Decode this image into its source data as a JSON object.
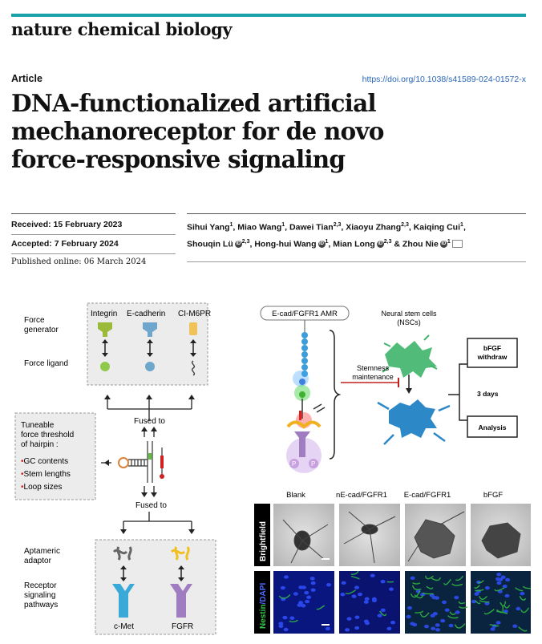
{
  "journal": "nature chemical biology",
  "article_type": "Article",
  "doi": "https://doi.org/10.1038/s41589-024-01572-x",
  "title_lines": [
    "DNA-functionalized artificial",
    "mechanoreceptor for de novo",
    "force-responsive signaling"
  ],
  "dates": {
    "received_label": "Received:",
    "received": "15 February 2023",
    "accepted_label": "Accepted:",
    "accepted": "7 February 2024",
    "published": "Published online: 06 March 2024"
  },
  "authors": [
    {
      "name": "Sihui Yang",
      "aff": "1",
      "orcid": false,
      "sep": ", "
    },
    {
      "name": "Miao Wang",
      "aff": "1",
      "orcid": false,
      "sep": ", "
    },
    {
      "name": "Dawei Tian",
      "aff": "2,3",
      "orcid": false,
      "sep": ", "
    },
    {
      "name": "Xiaoyu Zhang",
      "aff": "2,3",
      "orcid": false,
      "sep": ", "
    },
    {
      "name": "Kaiqing Cui",
      "aff": "1",
      "orcid": false,
      "sep": ","
    },
    {
      "name": "Shouqin Lü",
      "aff": "2,3",
      "orcid": true,
      "sep": ", "
    },
    {
      "name": "Hong-hui Wang",
      "aff": "1",
      "orcid": true,
      "sep": ", "
    },
    {
      "name": "Mian Long",
      "aff": "2,3",
      "orcid": true,
      "sep": " & "
    },
    {
      "name": "Zhou Nie",
      "aff": "1",
      "orcid": true,
      "sep": "",
      "corresponding": true
    }
  ],
  "figure_left": {
    "row_force_generator": "Force generator",
    "row_force_ligand": "Force ligand",
    "receptors": [
      "Integrin",
      "E-cadherin",
      "CI-M6PR"
    ],
    "fused_to_1": "Fused to",
    "tuneable_title": "Tuneable force threshold of hairpin :",
    "tuneable_items": [
      "GC contents",
      "Stem lengths",
      "Loop sizes"
    ],
    "fused_to_2": "Fused to",
    "row_aptameric": "Aptameric adaptor",
    "row_receptor": "Receptor signaling pathways",
    "pathways": [
      "c-Met",
      "FGFR"
    ]
  },
  "figure_right": {
    "amr_label": "E-cad/FGFR1 AMR",
    "nsc_label": "Neural stem cells (NSCs)",
    "stemness": "Stemness maintenance",
    "bfgf_withdraw": "bFGF withdraw",
    "days": "3 days",
    "analysis": "Analysis",
    "p_label": "P",
    "columns": [
      "Blank",
      "nE-cad/FGFR1",
      "E-cad/FGFR1",
      "bFGF"
    ],
    "row_brightfield": "Brightfield",
    "row_nestin": "Nestin",
    "row_dapi": "/DAPI"
  },
  "colors": {
    "accent": "#19a0a8",
    "doi": "#2a66b8",
    "nestin": "#35b34a",
    "dapi": "#2940c8"
  }
}
